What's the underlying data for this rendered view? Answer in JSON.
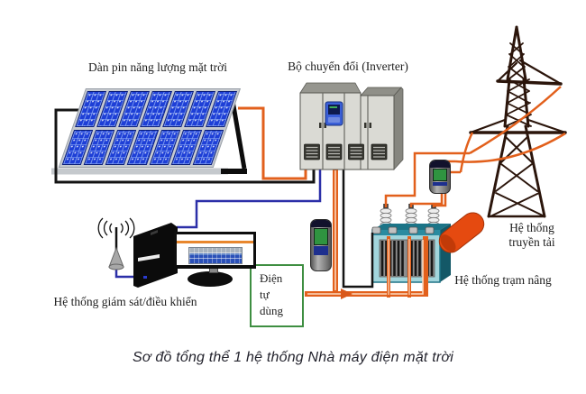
{
  "caption": "Sơ đồ tổng thể 1 hệ thống Nhà máy điện mặt trời",
  "labels": {
    "solar_panel": "Dàn pin năng lượng mặt trời",
    "inverter": "Bộ chuyển đổi (Inverter)",
    "transmission": "Hệ thống\ntruyền tải",
    "transformer": "Hệ thống trạm nâng",
    "monitoring": "Hệ thống giám sát/điều khiển",
    "self_use": "Điện\ntự\ndùng"
  },
  "colors": {
    "wire_power_orange": "#E2601C",
    "wire_dc_black": "#141414",
    "wire_control_blue": "#2B2FA8",
    "self_use_border_green": "#3E8E41",
    "solar_cell_blue": "#1E3FD6",
    "transformer_teal": "#A2D5DC",
    "transformer_dark_teal": "#1B7487",
    "conservator_orange": "#E54A10",
    "tower_brown": "#2B150B",
    "meter_screen_green": "#2F9440",
    "monitor_banner_orange": "#E8872E"
  }
}
